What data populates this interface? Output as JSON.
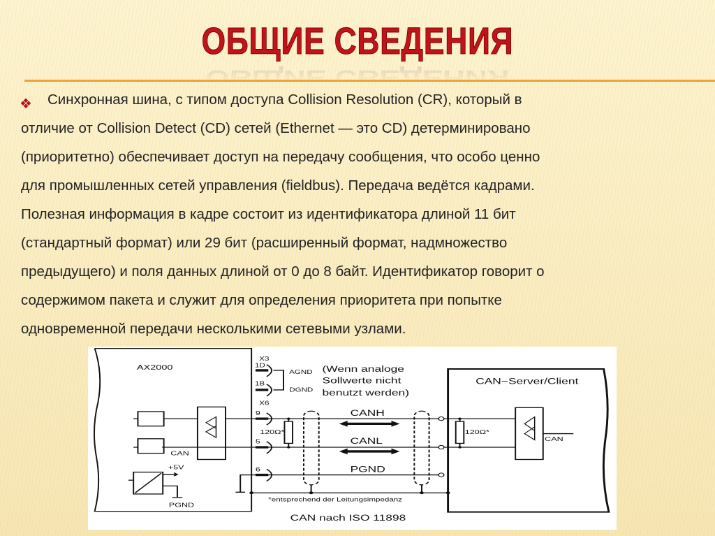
{
  "title": "ОБЩИЕ СВЕДЕНИЯ",
  "bullet_icon": "diamond-bullet-icon",
  "body_lines": [
    "Синхронная шина, с типом доступа Collision Resolution (CR), который в",
    "отличие от Collision Detect (CD) сетей (Ethernet — это CD) детерминировано",
    "(приоритетно) обеспечивает доступ на передачу сообщения, что особо ценно",
    "для промышленных сетей управления (fieldbus). Передача ведётся кадрами.",
    "Полезная информация в кадре состоит из идентификатора длиной 11 бит",
    "(стандартный формат) или 29 бит (расширенный формат, надмножество",
    "предыдущего) и поля данных длиной от 0 до 8 байт. Идентификатор говорит о",
    "содержимом пакета и служит для определения приоритета при попытке",
    "одновременной передачи несколькими сетевыми узлами."
  ],
  "diagram": {
    "left_device": "AX2000",
    "x3": "X3",
    "pin_1d": "1D",
    "pin_1b": "1B",
    "agnd": "AGND",
    "dgnd": "DGND",
    "note": [
      "(Wenn analoge",
      "Sollwerte nicht",
      "benutzt werden)"
    ],
    "x6": "X6",
    "pin_canh": "9",
    "pin_canl": "5",
    "pin_pgnd": "6",
    "resistor_left": "120Ω*",
    "resistor_right": "120Ω*",
    "canh": "CANH",
    "canl": "CANL",
    "pgnd_line": "PGND",
    "can_left": "CAN",
    "plus5v": "+5V",
    "pgnd_left": "PGND",
    "right_device": "CAN−Server/Client",
    "can_right": "CAN",
    "footnote": "*entsprechend der Leitungsimpedanz",
    "caption": "CAN nach ISO 11898"
  }
}
